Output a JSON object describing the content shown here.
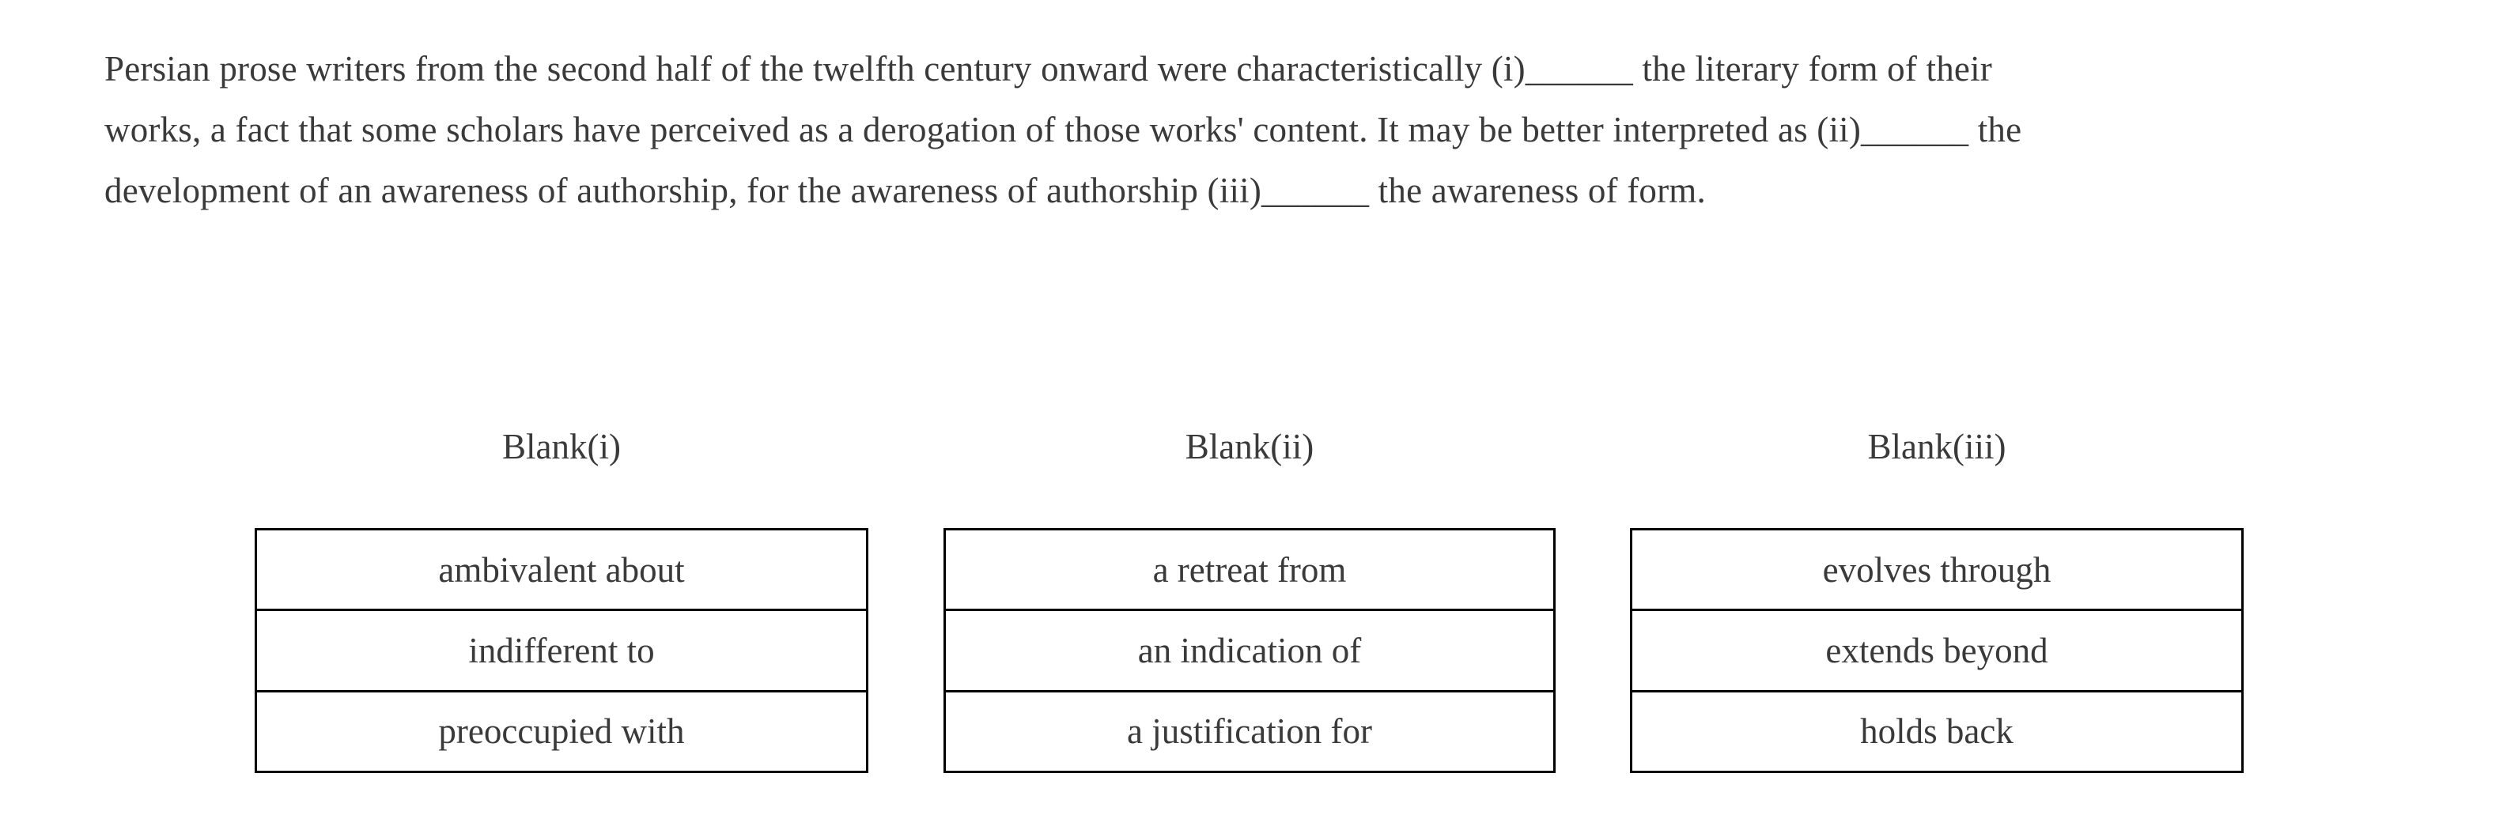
{
  "passage": {
    "lines": [
      "Persian prose writers from the second half of the twelfth century onward were characteristically (i)______ the literary form of their",
      "works, a fact that some scholars have perceived as a derogation of those works' content. It may be better interpreted as (ii)______ the",
      "development of an awareness of authorship, for the awareness of authorship (iii)______ the awareness of form."
    ]
  },
  "blanks": [
    {
      "label": "Blank(i)",
      "options": [
        "ambivalent about",
        "indifferent to",
        "preoccupied with"
      ]
    },
    {
      "label": "Blank(ii)",
      "options": [
        "a retreat from",
        "an indication of",
        "a justification for"
      ]
    },
    {
      "label": "Blank(iii)",
      "options": [
        "evolves through",
        "extends beyond",
        "holds back"
      ]
    }
  ],
  "colors": {
    "text": "#3a3a3a",
    "border": "#000000",
    "background": "#ffffff"
  }
}
